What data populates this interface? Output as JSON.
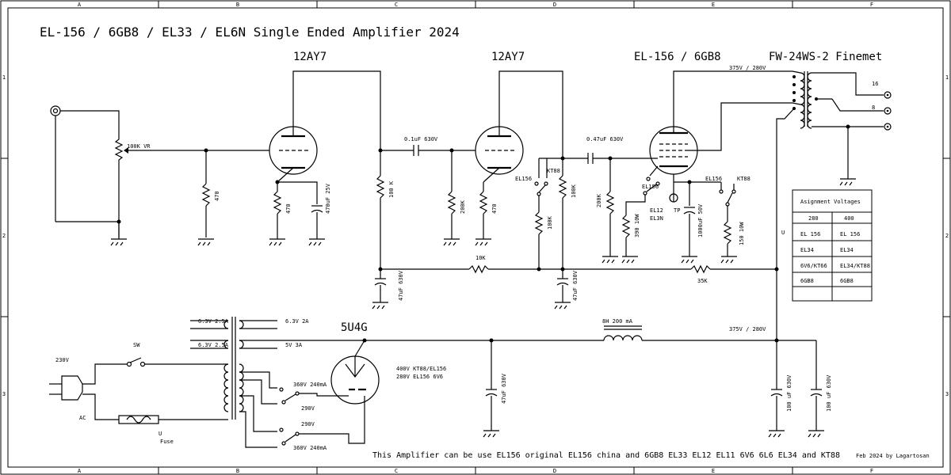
{
  "title": "EL-156 / 6GB8 / EL33 / EL6N Single Ended Amplifier 2024",
  "frame": {
    "cols": [
      "A",
      "B",
      "C",
      "D",
      "E",
      "F"
    ],
    "rows": [
      "1",
      "2",
      "3"
    ]
  },
  "tubes": {
    "v1": "12AY7",
    "v2": "12AY7",
    "v3": "EL-156 / 6GB8",
    "rect": "5U4G"
  },
  "output_transformer": {
    "label": "FW-24WS-2 Finemet",
    "b_plus": "375V / 280V",
    "taps": [
      "16",
      "8"
    ]
  },
  "components": {
    "vr": "100K VR",
    "r_grid1": "470",
    "r_k1": "470",
    "c_k1": "470uF 25V",
    "r_p1": "100 K",
    "c_c1": "0.1uF 630V",
    "r_g2": "200K",
    "r_k2": "470",
    "sw1_el156": "EL156",
    "sw1_kt88": "KT88",
    "r_p2": "100K",
    "r_p2b": "100K",
    "c_c2": "0.47uF 630V",
    "r_g3": "200K",
    "sw2_el156": "EL156",
    "sw2_el12": "EL12",
    "sw2_el3n": "EL3N",
    "r_g3b": "390 10W",
    "tp": "TP",
    "c_k3": "1000uF 50V",
    "sw3_el156": "EL156",
    "sw3_kt88": "KT88",
    "r_k3": "150 10W",
    "c_f1": "47uF 630V",
    "r_10k": "10K",
    "c_f2": "47uF 630V",
    "r_35k": "35K",
    "u_label": "U"
  },
  "table": {
    "title": "Asignment Voltages",
    "header": [
      "280",
      "400"
    ],
    "rows": [
      [
        "EL 156",
        "EL 156"
      ],
      [
        "EL34",
        "EL34"
      ],
      [
        "6V6/KT66",
        "EL34/KT88"
      ],
      [
        "6GB8",
        "6GB8"
      ]
    ]
  },
  "power": {
    "sec1": "6.3V 2.5A",
    "sec2": "6.3V 2.5A",
    "sec3": "6.3V 2A",
    "sec4": "5V 3A",
    "hv1": "360V 240mA",
    "hv2": "290V",
    "hv3": "290V",
    "hv4": "360V 240mA",
    "sw": "SW",
    "mains": "230V",
    "ac": "AC",
    "fuse_u": "U",
    "fuse": "Fuse",
    "rect_note1": "400V KT88/EL156",
    "rect_note2": "280V EL156 6V6",
    "choke": "8H 200 mA",
    "b_plus": "375V / 280V",
    "c_filter1": "47uF 630V",
    "c_filter2": "100 uF 630V",
    "c_filter3": "100 uF 630V"
  },
  "footer": {
    "note": "This Amplifier can be use EL156 original EL156 china and 6GB8 EL33 EL12 EL11 6V6 6L6 EL34 and KT88",
    "credit": "Feb 2024 by Lagartosan"
  }
}
